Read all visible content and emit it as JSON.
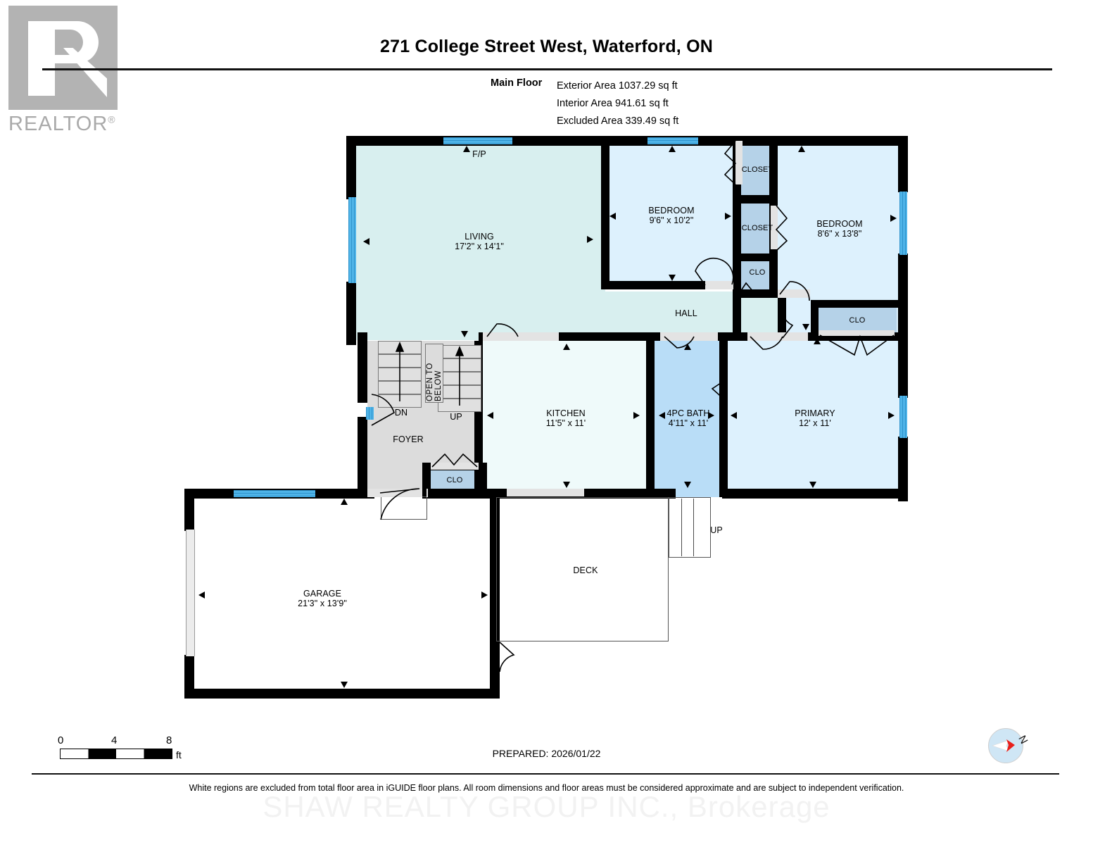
{
  "logo": {
    "word": "REALTOR",
    "registered": "®"
  },
  "header": {
    "title": "271 College Street West, Waterford, ON",
    "floor_label": "Main Floor",
    "areas": [
      "Exterior Area 1037.29 sq ft",
      "Interior Area 941.61 sq ft",
      "Excluded Area 339.49 sq ft"
    ]
  },
  "rooms": {
    "living": {
      "name": "LIVING",
      "dims": "17'2\" x 14'1\""
    },
    "fp": {
      "name": "F/P"
    },
    "bedroom1": {
      "name": "BEDROOM",
      "dims": "9'6\" x 10'2\""
    },
    "bedroom2": {
      "name": "BEDROOM",
      "dims": "8'6\" x 13'8\""
    },
    "hall": {
      "name": "HALL"
    },
    "kitchen": {
      "name": "KITCHEN",
      "dims": "11'5\" x 11'"
    },
    "bath": {
      "name": "4PC BATH",
      "dims": "4'11\" x 11'"
    },
    "primary": {
      "name": "PRIMARY",
      "dims": "12' x 11'"
    },
    "foyer": {
      "name": "FOYER"
    },
    "garage": {
      "name": "GARAGE",
      "dims": "21'3\" x 13'9\""
    },
    "deck": {
      "name": "DECK"
    },
    "closet_top": {
      "name": "CLOSET"
    },
    "closet_mid": {
      "name": "CLOSET"
    },
    "clo_low": {
      "name": "CLO"
    },
    "clo_right": {
      "name": "CLO"
    },
    "clo_foyer": {
      "name": "CLO"
    }
  },
  "stairs": {
    "dn": "DN",
    "up": "UP",
    "open_to_below": "OPEN TO BELOW",
    "deck_up": "UP"
  },
  "scale": {
    "zero": "0",
    "four": "4",
    "eight": "8",
    "unit": "ft"
  },
  "footer": {
    "prepared": "PREPARED: 2026/01/22",
    "disclaimer": "White regions are excluded from total floor area in iGUIDE floor plans. All room dimensions and floor areas must be considered approximate and are subject to independent verification.",
    "watermark": "SHAW REALTY GROUP INC., Brokerage",
    "compass_north": "N"
  },
  "colors": {
    "wall": "#000000",
    "window": "#3ba7df",
    "living_fill": "#d8efef",
    "bedroom_fill": "#ddf1fd",
    "bath_fill": "#b9ddf7",
    "closet_fill": "#b5d2e8",
    "kitchen_fill": "#effafa",
    "foyer_fill": "#dcdcdc",
    "excluded_fill": "#ffffff",
    "logo_grey": "#b3b3b3"
  }
}
